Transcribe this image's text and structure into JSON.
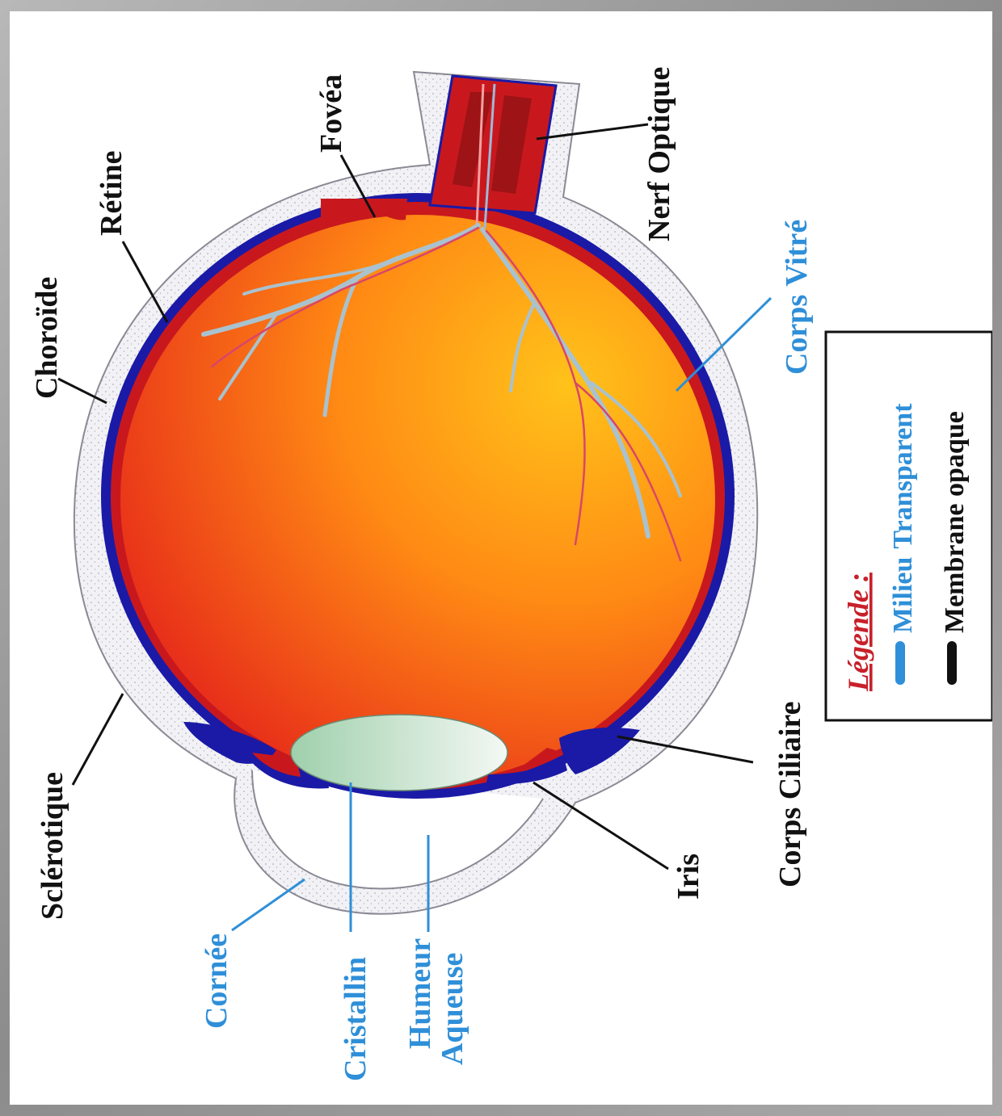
{
  "labels": {
    "sclerotique": "Sclérotique",
    "choroide": "Choroïde",
    "retine": "Rétine",
    "fovea": "Fovéa",
    "nerf_optique": "Nerf Optique",
    "corps_vitre_1": "Corps",
    "corps_vitre_2": "Vitré",
    "corps_ciliaire": "Corps Ciliaire",
    "iris": "Iris",
    "cornee": "Cornée",
    "cristallin": "Cristallin",
    "humeur": "Humeur",
    "aqueuse": "Aqueuse"
  },
  "legend": {
    "title": "Légende :",
    "transparent_1": "Milieu",
    "transparent_2": "Transparent",
    "opaque": "Membrane opaque"
  },
  "colors": {
    "transparent": "#2f8fd8",
    "opaque": "#111111",
    "choroid": "#1a1aa6",
    "retina": "#c8181e",
    "vitreous": "#ff8c1a",
    "lens": "#cfe8d6"
  }
}
